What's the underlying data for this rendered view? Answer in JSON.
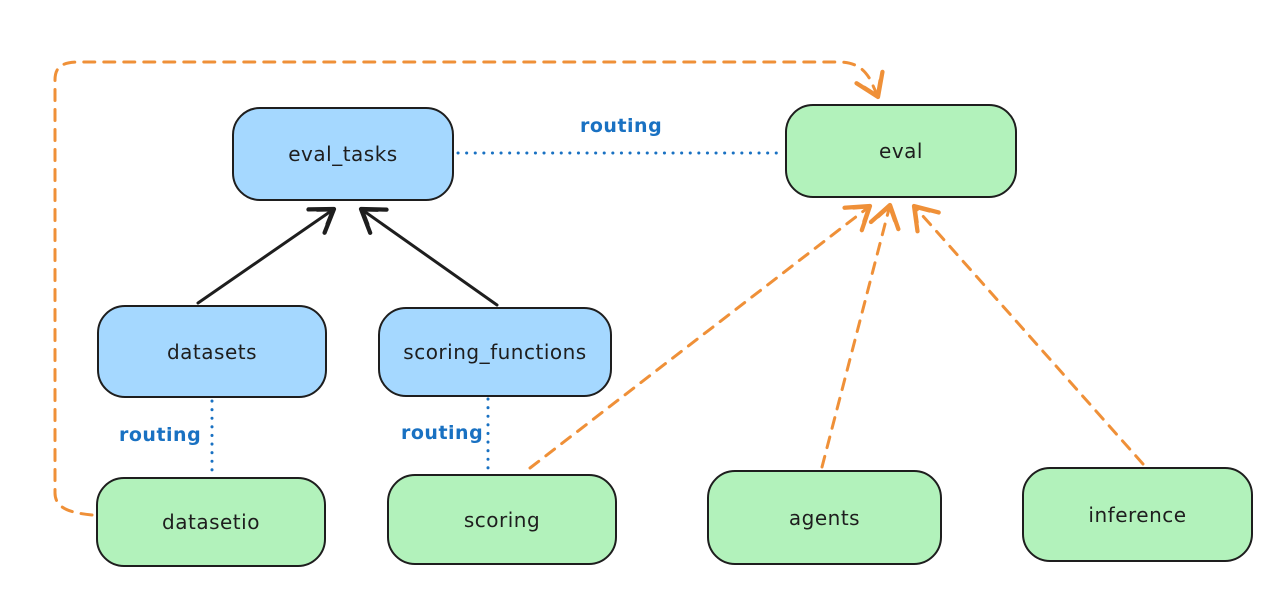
{
  "diagram": {
    "type": "architecture-diagram",
    "style": "hand-drawn"
  },
  "colors": {
    "background": "#ffffff",
    "api_box_fill_blue": "#a5d8ff",
    "provider_box_fill_green": "#b2f2bb",
    "box_stroke": "#1e1e1e",
    "routing_blue": "#1971c2",
    "provider_arrow_orange": "#ef9038",
    "solid_arrow_black": "#1e1e1e"
  },
  "nodes": [
    {
      "id": "eval_tasks",
      "label": "eval_tasks",
      "fill": "blue"
    },
    {
      "id": "eval",
      "label": "eval",
      "fill": "green"
    },
    {
      "id": "datasets",
      "label": "datasets",
      "fill": "blue"
    },
    {
      "id": "scoring_functions",
      "label": "scoring_functions",
      "fill": "blue"
    },
    {
      "id": "datasetio",
      "label": "datasetio",
      "fill": "green"
    },
    {
      "id": "scoring",
      "label": "scoring",
      "fill": "green"
    },
    {
      "id": "agents",
      "label": "agents",
      "fill": "green"
    },
    {
      "id": "inference",
      "label": "inference",
      "fill": "green"
    }
  ],
  "edges": [
    {
      "from": "datasets",
      "to": "eval_tasks",
      "style": "solid-arrow",
      "color": "black",
      "label": ""
    },
    {
      "from": "scoring_functions",
      "to": "eval_tasks",
      "style": "solid-arrow",
      "color": "black",
      "label": ""
    },
    {
      "from": "eval_tasks",
      "to": "eval",
      "style": "dotted-line",
      "color": "blue",
      "label": "routing"
    },
    {
      "from": "datasets",
      "to": "datasetio",
      "style": "dotted-line",
      "color": "blue",
      "label": "routing"
    },
    {
      "from": "scoring_functions",
      "to": "scoring",
      "style": "dotted-line",
      "color": "blue",
      "label": "routing"
    },
    {
      "from": "datasetio",
      "to": "eval",
      "style": "dashed-arrow",
      "color": "orange",
      "label": ""
    },
    {
      "from": "scoring",
      "to": "eval",
      "style": "dashed-arrow",
      "color": "orange",
      "label": ""
    },
    {
      "from": "agents",
      "to": "eval",
      "style": "dashed-arrow",
      "color": "orange",
      "label": ""
    },
    {
      "from": "inference",
      "to": "eval",
      "style": "dashed-arrow",
      "color": "orange",
      "label": ""
    }
  ]
}
